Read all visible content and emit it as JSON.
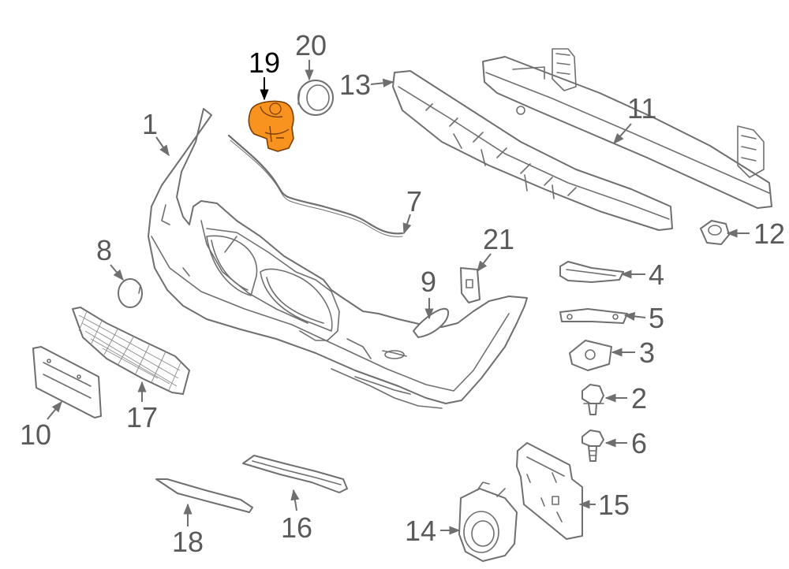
{
  "diagram": {
    "callouts": [
      {
        "id": "c1",
        "text": "1"
      },
      {
        "id": "c2",
        "text": "2"
      },
      {
        "id": "c3",
        "text": "3"
      },
      {
        "id": "c4",
        "text": "4"
      },
      {
        "id": "c5",
        "text": "5"
      },
      {
        "id": "c6",
        "text": "6"
      },
      {
        "id": "c7",
        "text": "7"
      },
      {
        "id": "c8",
        "text": "8"
      },
      {
        "id": "c9",
        "text": "9"
      },
      {
        "id": "c10",
        "text": "10"
      },
      {
        "id": "c11",
        "text": "11"
      },
      {
        "id": "c12",
        "text": "12"
      },
      {
        "id": "c13",
        "text": "13"
      },
      {
        "id": "c14",
        "text": "14"
      },
      {
        "id": "c15",
        "text": "15"
      },
      {
        "id": "c16",
        "text": "16"
      },
      {
        "id": "c17",
        "text": "17"
      },
      {
        "id": "c18",
        "text": "18"
      },
      {
        "id": "c19",
        "text": "19"
      },
      {
        "id": "c20",
        "text": "20"
      },
      {
        "id": "c21",
        "text": "21"
      }
    ],
    "highlight_color": "#f7931e",
    "line_color": "#6f6f6f",
    "highlighted_part": "19"
  }
}
